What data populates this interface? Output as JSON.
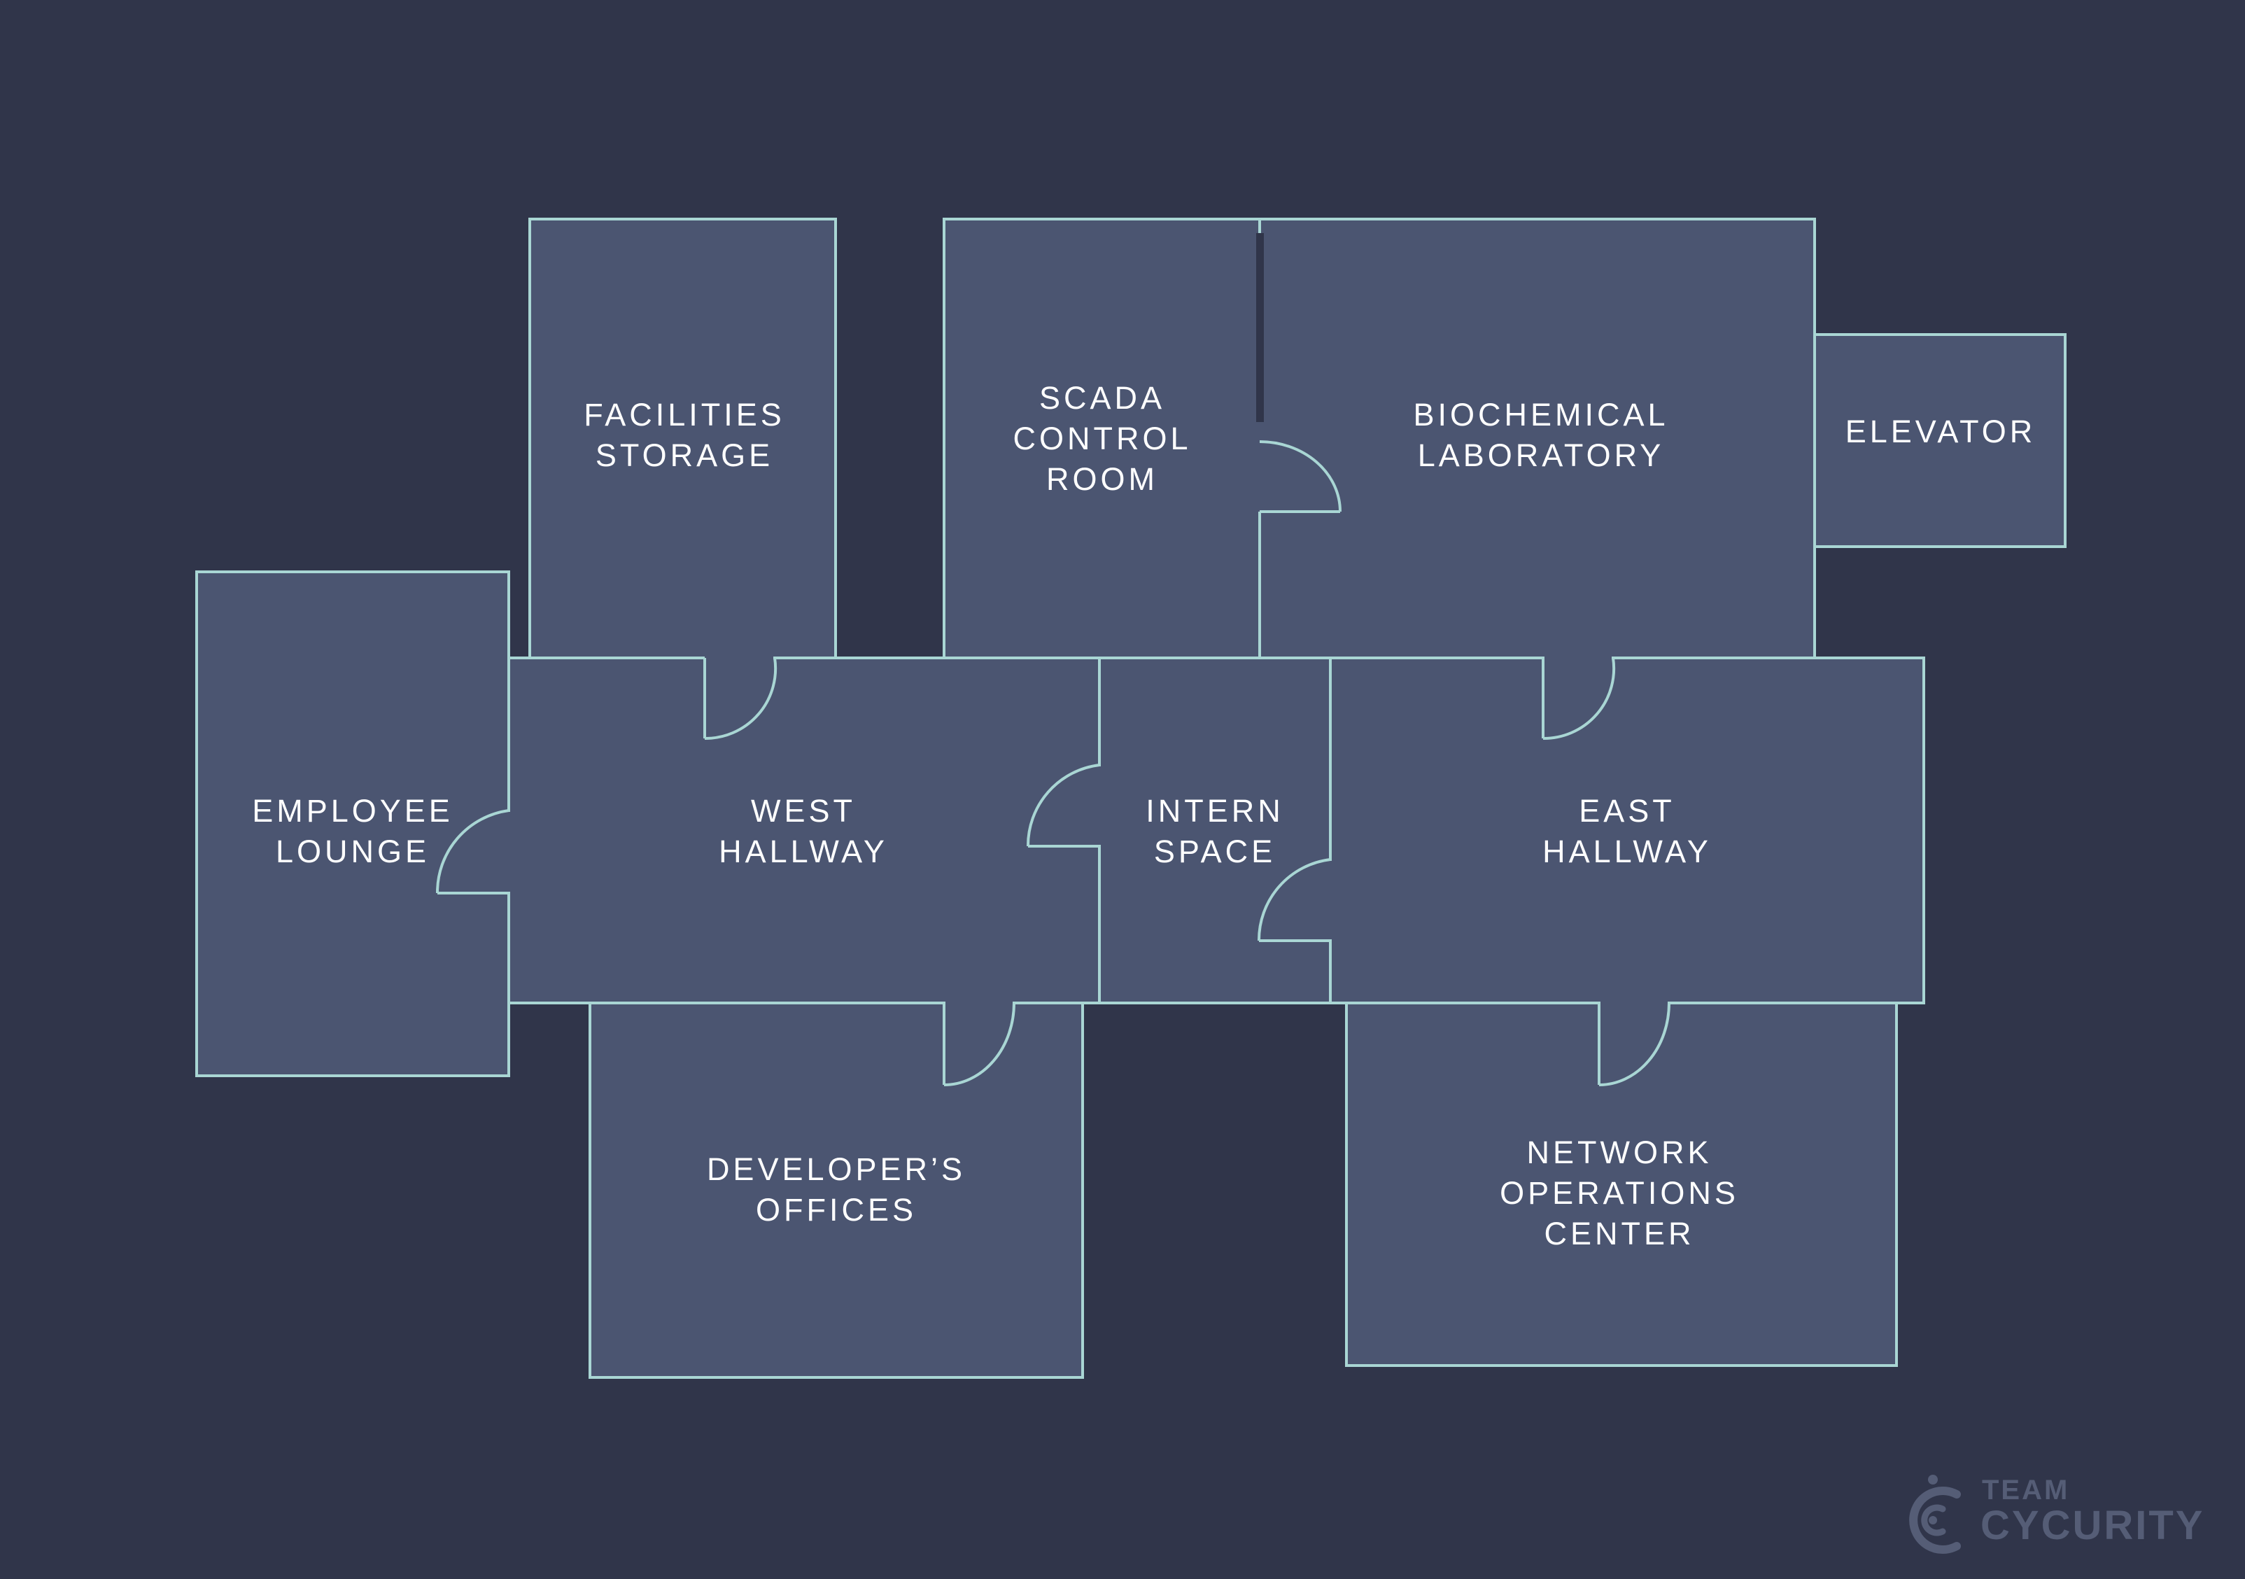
{
  "diagram": {
    "rooms": {
      "facilities_storage": {
        "line1": "FACILITIES",
        "line2": "STORAGE"
      },
      "scada_control_room": {
        "line1": "SCADA",
        "line2": "CONTROL",
        "line3": "ROOM"
      },
      "biochemical_laboratory": {
        "line1": "BIOCHEMICAL",
        "line2": "LABORATORY"
      },
      "elevator": {
        "line1": "ELEVATOR"
      },
      "employee_lounge": {
        "line1": "EMPLOYEE",
        "line2": "LOUNGE"
      },
      "west_hallway": {
        "line1": "WEST",
        "line2": "HALLWAY"
      },
      "intern_space": {
        "line1": "INTERN",
        "line2": "SPACE"
      },
      "east_hallway": {
        "line1": "EAST",
        "line2": "HALLWAY"
      },
      "developers_offices": {
        "line1": "DEVELOPER’S",
        "line2": "OFFICES"
      },
      "network_operations_center": {
        "line1": "NETWORK",
        "line2": "OPERATIONS",
        "line3": "CENTER"
      }
    }
  },
  "branding": {
    "line1": "TEAM",
    "line2": "CYCURITY"
  },
  "colors": {
    "background": "#30354a",
    "room_fill": "#4b5571",
    "wall": "#a9d6d4",
    "text": "#ffffff",
    "logo": "#555d76"
  }
}
